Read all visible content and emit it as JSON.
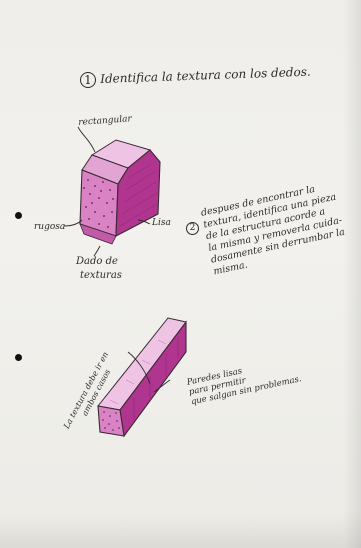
{
  "note": {
    "step1": "Identifica la textura con los dedos.",
    "step1_number": "1",
    "step2_number": "2",
    "step2_lines": [
      "despues de encontrar la",
      "textura, identifica una pieza",
      "de la estructura acorde a",
      "la misma y removerla cuida-",
      "dosamente sin derrumbar la",
      "misma."
    ],
    "labels": {
      "rectangular": "rectangular",
      "rugosa": "rugosa",
      "lisa": "Lisa",
      "dado_line1": "Dado de",
      "dado_line2": "texturas",
      "textura_line1": "La textura debe ir en",
      "textura_line2": "ambos casos",
      "paredes_line1": "Paredes lisas",
      "paredes_line2": "para permitir",
      "paredes_line3": "que salgan sin problemas."
    }
  },
  "colors": {
    "ink": "#2b2b2b",
    "magenta": "#b0358f",
    "pink": "#d983c4",
    "light_pink": "#efc3e4"
  }
}
